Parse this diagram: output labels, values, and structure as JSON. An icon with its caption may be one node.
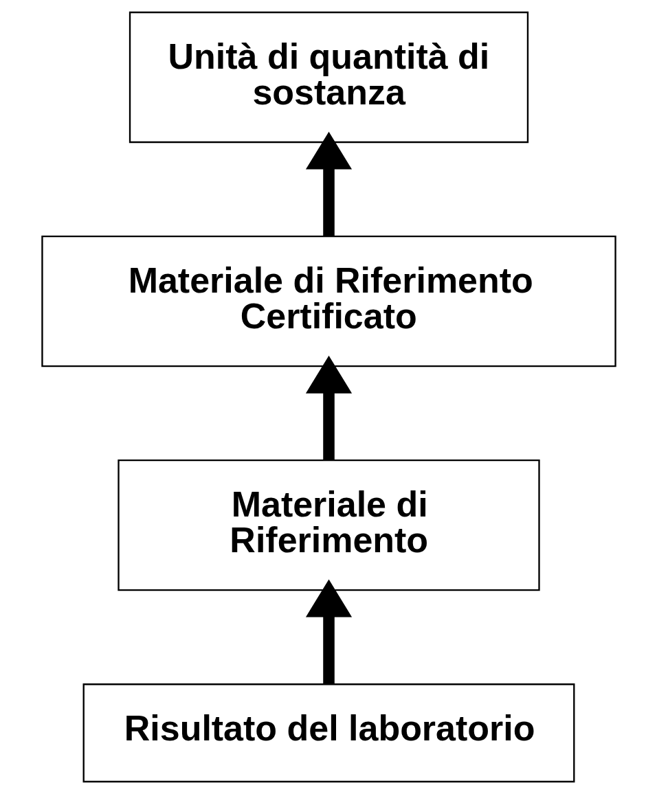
{
  "diagram": {
    "nodes": [
      {
        "text": [
          "Unità di quantità di sostanza"
        ]
      },
      {
        "text": [
          "Materiale di Riferimento Certificato"
        ]
      },
      {
        "text": [
          "Materiale di Riferimento"
        ]
      },
      {
        "text": [
          "Risultato del laboratorio"
        ]
      }
    ],
    "edges": [
      {
        "from": 3,
        "to": 2,
        "arrow": "to"
      },
      {
        "from": 2,
        "to": 1,
        "arrow": "to"
      },
      {
        "from": 1,
        "to": 0,
        "arrow": "to"
      }
    ]
  }
}
